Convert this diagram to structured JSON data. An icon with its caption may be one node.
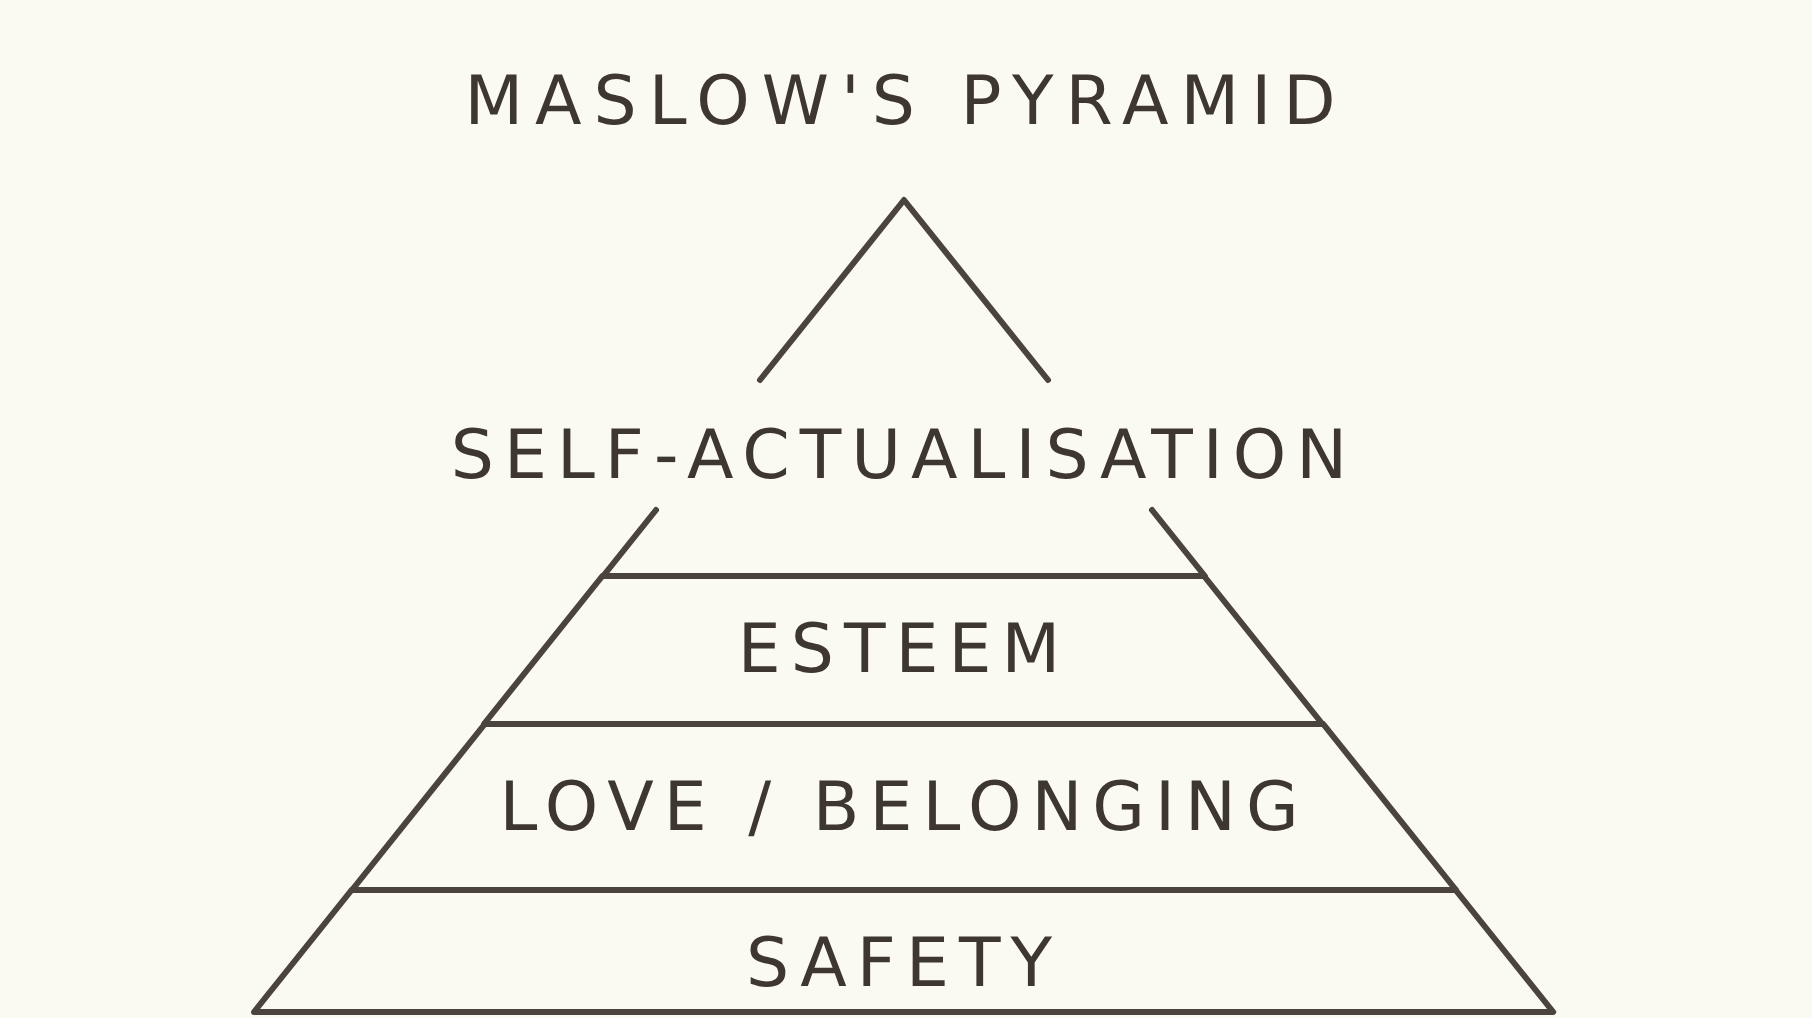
{
  "diagram": {
    "title": "MASLOW'S PYRAMID",
    "nodes": [
      {
        "text": [
          "SELF-ACTUALISATION"
        ]
      },
      {
        "text": [
          "ESTEEM"
        ]
      },
      {
        "text": [
          "LOVE / BELONGING"
        ]
      },
      {
        "text": [
          "SAFETY"
        ]
      }
    ]
  }
}
